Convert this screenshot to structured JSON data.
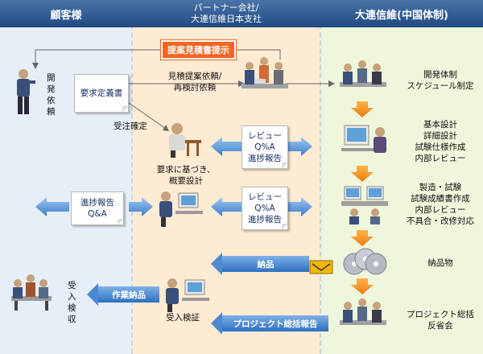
{
  "headers": {
    "customer": "顧客様",
    "partner_line1": "パートナー会社/",
    "partner_line2": "大連信維日本支社",
    "dalian": "大連信維(中国体制)"
  },
  "left": {
    "request_vertical": [
      "開",
      "発",
      "依",
      "頼"
    ],
    "acceptance_vertical": [
      "受",
      "入",
      "検",
      "収"
    ],
    "requirement_doc": "要求定義書",
    "progress_doc": [
      "進捗報告",
      "Q&A"
    ]
  },
  "middle": {
    "proposal_tag": "提案見積書提示",
    "quote_request": [
      "見積提案依頼/",
      "再検討依頼"
    ],
    "order_confirm": "受注確定",
    "review_doc_1": [
      "レビュー",
      "Q%A",
      "進捗報告"
    ],
    "review_doc_2": [
      "レビュー",
      "Q%A",
      "進捗報告"
    ],
    "outline_design": [
      "要求に基づき、",
      "概要設計"
    ],
    "acceptance_test": "受入検証",
    "delivery_band": "納品",
    "work_delivery_band": "作業納品",
    "project_report_band": "プロジェクト総括報告"
  },
  "right": {
    "step1": [
      "開発体制",
      "スケジュール制定"
    ],
    "step2": [
      "基本設計",
      "詳細設計",
      "試験仕様作成",
      "内部レビュー"
    ],
    "step3": [
      "製造・試験",
      "試験成績書作成",
      "内部レビュー",
      "不具合・改修対応"
    ],
    "step4": "納品物",
    "step5": [
      "プロジェクト総括",
      "反省会"
    ]
  },
  "colors": {
    "header_blue": "#1f4a82",
    "accent_orange": "#f26522",
    "arrow_blue": "#4b8ad2"
  }
}
